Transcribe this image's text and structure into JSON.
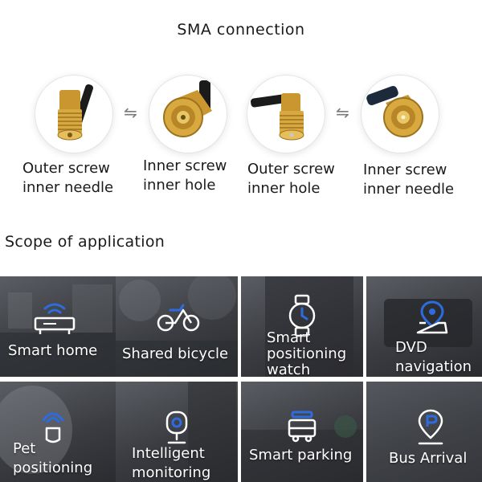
{
  "section_top": {
    "title": "SMA connection"
  },
  "connectors": [
    {
      "line1": "Outer screw",
      "line2": "inner needle",
      "icon": "sma-female-right-angle-icon"
    },
    {
      "line1": "Inner screw",
      "line2": "inner hole",
      "icon": "rp-sma-male-connector-icon"
    },
    {
      "line1": "Outer screw",
      "line2": "inner hole",
      "icon": "rp-sma-female-right-angle-icon"
    },
    {
      "line1": "Inner screw",
      "line2": "inner needle",
      "icon": "sma-male-connector-icon"
    }
  ],
  "swap_symbol": "⇋",
  "section_bottom": {
    "title": "Scope of application"
  },
  "applications": [
    {
      "label1": "Smart home",
      "label2": "",
      "label3": "",
      "icon": "router-icon"
    },
    {
      "label1": "Shared bicycle",
      "label2": "",
      "label3": "",
      "icon": "bicycle-icon"
    },
    {
      "label1": "Smart",
      "label2": "positioning",
      "label3": "watch",
      "icon": "watch-icon"
    },
    {
      "label1": "DVD",
      "label2": "navigation",
      "label3": "",
      "icon": "map-pin-icon"
    },
    {
      "label1": "Pet",
      "label2": "positioning",
      "label3": "",
      "icon": "pet-tag-icon"
    },
    {
      "label1": "Intelligent",
      "label2": "monitoring",
      "label3": "",
      "icon": "camera-icon"
    },
    {
      "label1": "Smart parking",
      "label2": "",
      "label3": "",
      "icon": "parking-icon"
    },
    {
      "label1": "Bus Arrival",
      "label2": "",
      "label3": "",
      "icon": "parking-pin-icon"
    }
  ],
  "colors": {
    "accent": "#2d6cdf",
    "tile_text": "#ffffff",
    "gold": "#c9962f"
  }
}
